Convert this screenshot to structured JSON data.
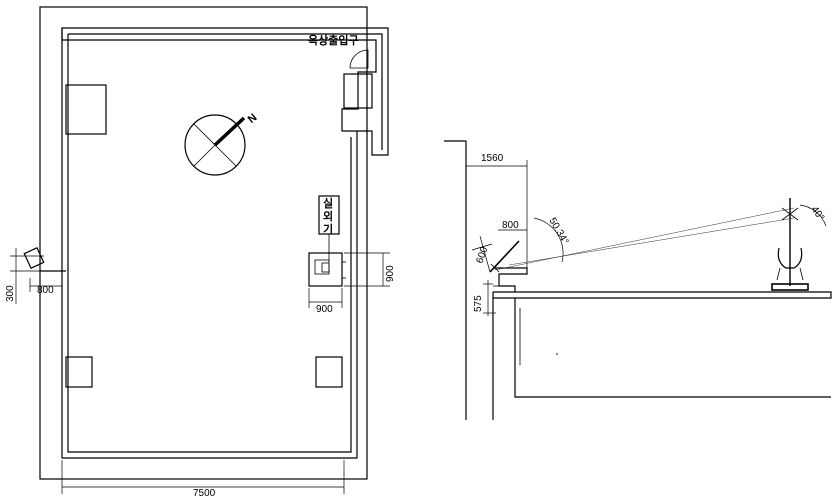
{
  "plan": {
    "entrance_label": "옥상출입구",
    "north_label": "N",
    "outdoor_unit_chars": [
      "실",
      "외",
      "기"
    ],
    "dims": {
      "width": "7500",
      "unit_width": "900",
      "unit_depth": "900",
      "left_offset": "800",
      "left_height": "300"
    }
  },
  "section": {
    "dims": {
      "setback": "1560",
      "panel_width": "800",
      "panel_height": "600",
      "base_height": "575"
    },
    "angles": {
      "panel_angle": "50.34°",
      "sun_angle": "40°"
    }
  }
}
